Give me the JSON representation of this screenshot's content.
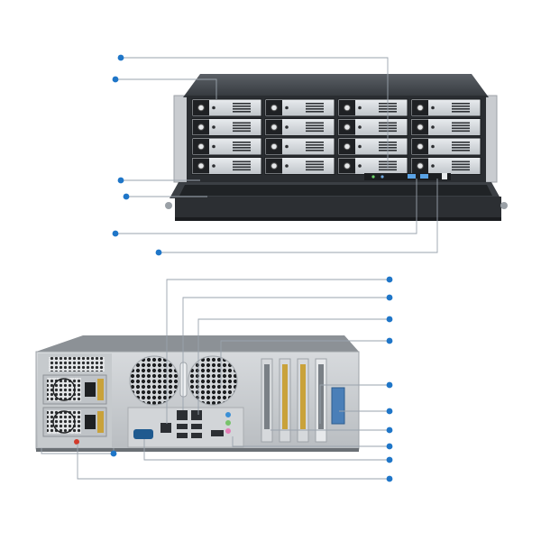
{
  "diagram": {
    "description_note": "",
    "accent_color": "#1f76c8",
    "line_color": "#9aa3ad",
    "front_view": {
      "drive_bays": {
        "rows": 4,
        "columns": 4
      },
      "callouts": [
        {
          "id": "front-callout-1",
          "label": ""
        },
        {
          "id": "front-callout-2",
          "label": ""
        },
        {
          "id": "front-callout-3",
          "label": ""
        },
        {
          "id": "front-callout-4",
          "label": ""
        },
        {
          "id": "front-callout-5",
          "label": ""
        },
        {
          "id": "front-callout-6",
          "label": ""
        }
      ]
    },
    "rear_view": {
      "power_supplies": 2,
      "pcie_slots": 4,
      "callouts": [
        {
          "id": "rear-callout-1",
          "label": ""
        },
        {
          "id": "rear-callout-2",
          "label": ""
        },
        {
          "id": "rear-callout-3",
          "label": ""
        },
        {
          "id": "rear-callout-4",
          "label": ""
        },
        {
          "id": "rear-callout-5",
          "label": ""
        },
        {
          "id": "rear-callout-6",
          "label": ""
        },
        {
          "id": "rear-callout-7",
          "label": ""
        },
        {
          "id": "rear-callout-8",
          "label": ""
        },
        {
          "id": "rear-callout-9",
          "label": ""
        },
        {
          "id": "rear-callout-10",
          "label": ""
        },
        {
          "id": "rear-callout-11",
          "label": ""
        }
      ]
    }
  }
}
